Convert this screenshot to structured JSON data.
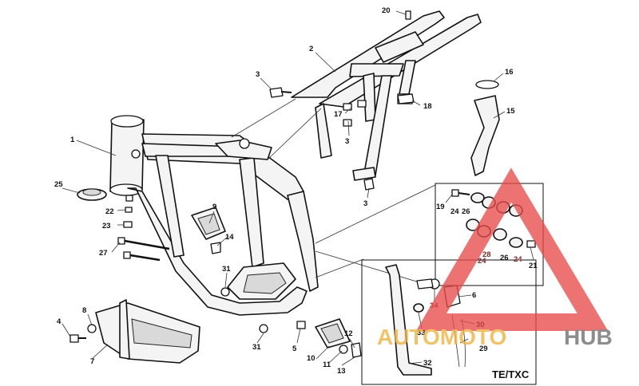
{
  "callouts": [
    {
      "id": "c1",
      "text": "1"
    },
    {
      "id": "c2",
      "text": "2"
    },
    {
      "id": "c3a",
      "text": "3"
    },
    {
      "id": "c3b",
      "text": "3"
    },
    {
      "id": "c3c",
      "text": "3"
    },
    {
      "id": "c4",
      "text": "4"
    },
    {
      "id": "c5",
      "text": "5"
    },
    {
      "id": "c6",
      "text": "6"
    },
    {
      "id": "c7",
      "text": "7"
    },
    {
      "id": "c8",
      "text": "8"
    },
    {
      "id": "c9",
      "text": "9"
    },
    {
      "id": "c10",
      "text": "10"
    },
    {
      "id": "c11",
      "text": "11"
    },
    {
      "id": "c12",
      "text": "12"
    },
    {
      "id": "c13",
      "text": "13"
    },
    {
      "id": "c14",
      "text": "14"
    },
    {
      "id": "c15",
      "text": "15"
    },
    {
      "id": "c16",
      "text": "16"
    },
    {
      "id": "c17",
      "text": "17"
    },
    {
      "id": "c18",
      "text": "18"
    },
    {
      "id": "c19",
      "text": "19"
    },
    {
      "id": "c20",
      "text": "20"
    },
    {
      "id": "c21",
      "text": "21"
    },
    {
      "id": "c22",
      "text": "22"
    },
    {
      "id": "c23",
      "text": "23"
    },
    {
      "id": "c24a",
      "text": "24"
    },
    {
      "id": "c24b",
      "text": "24"
    },
    {
      "id": "c24c",
      "text": "24"
    },
    {
      "id": "c25",
      "text": "25"
    },
    {
      "id": "c26a",
      "text": "26"
    },
    {
      "id": "c26b",
      "text": "26"
    },
    {
      "id": "c27",
      "text": "27"
    },
    {
      "id": "c28",
      "text": "28"
    },
    {
      "id": "c29",
      "text": "29"
    },
    {
      "id": "c30",
      "text": "30"
    },
    {
      "id": "c31a",
      "text": "31"
    },
    {
      "id": "c31b",
      "text": "31"
    },
    {
      "id": "c32",
      "text": "32"
    },
    {
      "id": "c33",
      "text": "33"
    },
    {
      "id": "c34",
      "text": "34"
    }
  ],
  "inset": {
    "label": "TE/TXC"
  },
  "watermark": {
    "part1": "AUTOMOTO",
    "part2": "HUB",
    "color_gold": "#f2b23c",
    "color_gray": "#6e6e6e",
    "color_red": "#e84b4b"
  }
}
